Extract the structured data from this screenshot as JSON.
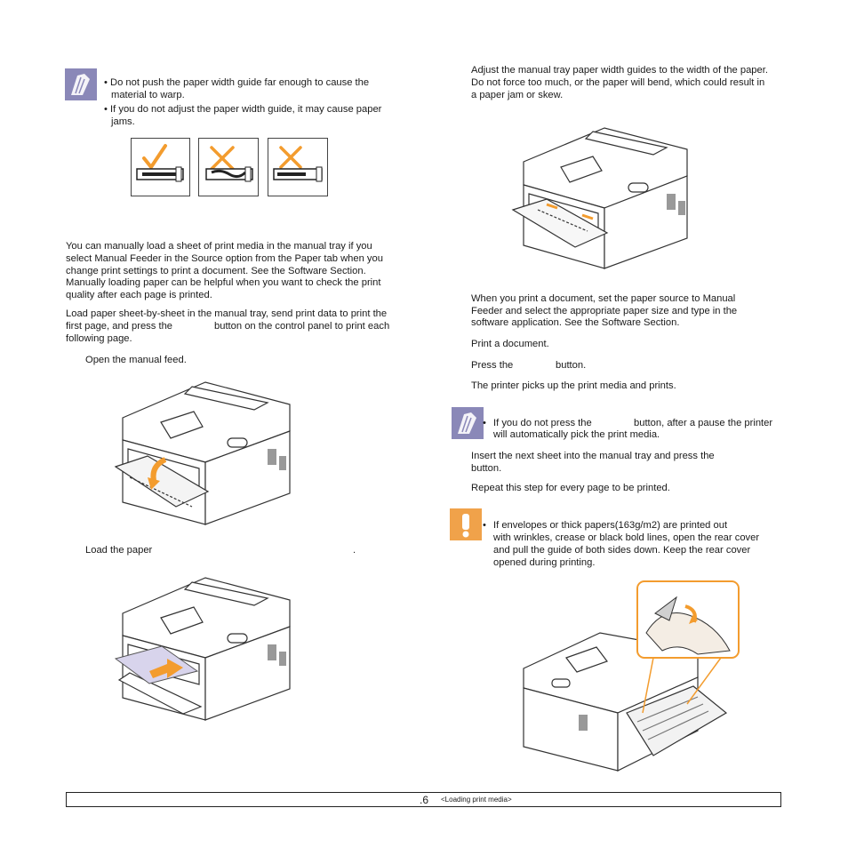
{
  "left": {
    "note": {
      "bullet1": "• Do not push the paper width guide far enough to cause the material to warp.",
      "bullet1_l1": "• Do not push the paper width guide far enough to cause the",
      "bullet1_l2": "material to warp.",
      "bullet2_l1": "• If you do not adjust the paper width guide, it may cause paper",
      "bullet2_l2": "jams."
    },
    "intro_l1": "You can manually load a sheet of print media in the manual tray if you",
    "intro_l2": "select Manual Feeder in the Source option from the Paper tab when you",
    "intro_l3": "change print settings to print a document. See the Software Section.",
    "intro_l4": "Manually loading paper can be helpful when you want to check the print",
    "intro_l5": "quality after each page is printed.",
    "load_l1": "Load paper sheet-by-sheet in the manual tray, send print data to print the",
    "load_l2a": "first page, and press the",
    "load_l2b": "button on the control panel to print each",
    "load_l3": "following page.",
    "step1": "Open the manual feed.",
    "step2a": "Load the paper",
    "step2b": "."
  },
  "right": {
    "adjust_l1": "Adjust the manual tray paper width guides to the width of the paper.",
    "adjust_l2": "Do not force too much, or the paper will bend, which could result in",
    "adjust_l3": "a paper jam or skew.",
    "print_l1": "When you print a document, set the paper source to Manual",
    "print_l2": "Feeder and select the appropriate paper size and type in the",
    "print_l3": "software application. See the Software Section.",
    "print_doc": "Print a document.",
    "press_a": "Press the",
    "press_b": "button.",
    "picks": "The printer picks up the print media and prints.",
    "note_bullet": "•",
    "note_l1a": "If you do not press the",
    "note_l1b": "button, after a pause the printer",
    "note_l2": "will automatically pick the print media.",
    "insert_l1": "Insert the next sheet into the manual tray and press the",
    "insert_l2": "button.",
    "repeat": "Repeat this step for every page to be printed.",
    "caution_bullet": "•",
    "caution_l1": "If envelopes or thick papers(163g/m2) are printed out",
    "caution_l2": "with wrinkles, crease or black bold lines, open the rear cover",
    "caution_l3": "and pull the guide of both sides down. Keep the rear cover",
    "caution_l4": "opened during printing."
  },
  "footer": {
    "page": ".6",
    "section": "<Loading print media>"
  },
  "colors": {
    "accent": "#f39c2e",
    "note_icon": "#8a88b8",
    "caution_icon": "#f0a24a"
  }
}
